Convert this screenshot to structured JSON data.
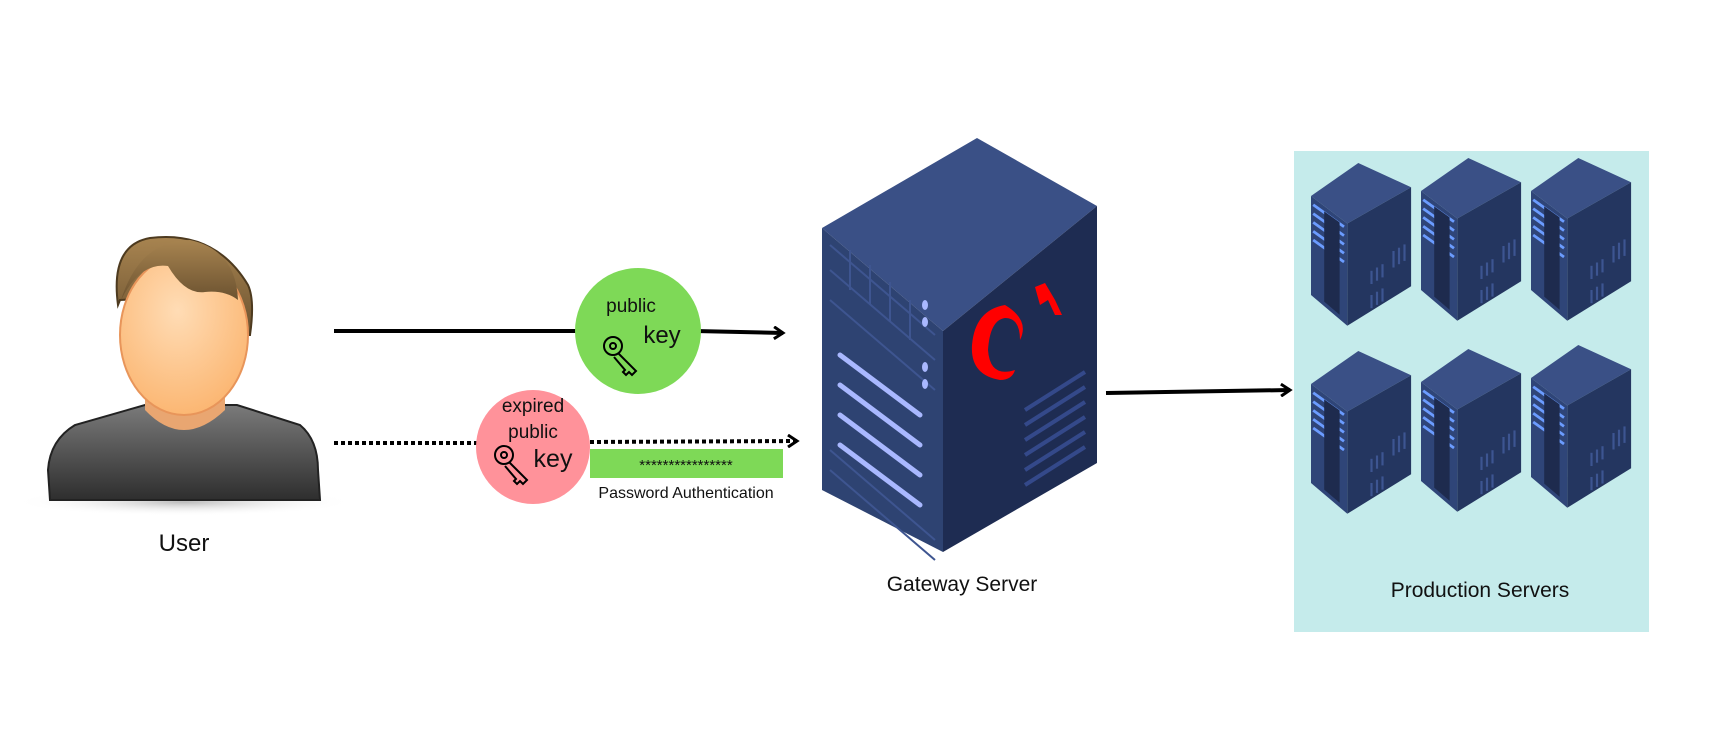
{
  "user": {
    "label": "User"
  },
  "public_key": {
    "line1": "public",
    "line2": "key",
    "color": "#7ed957"
  },
  "expired_key": {
    "line1": "expired",
    "line2": "public",
    "line3": "key",
    "color": "#ff929a"
  },
  "password": {
    "masked_value": "****************",
    "caption": "Password Authentication",
    "color": "#7ed957"
  },
  "gateway": {
    "label": "Gateway Server",
    "logo_color": "#ff0000",
    "face_color": "#2e4372"
  },
  "production": {
    "label": "Production Servers",
    "background": "#c5ebeb",
    "server_count": 6
  },
  "icons": {
    "user": "user-avatar-icon",
    "key": "key-icon",
    "server": "server-rack-icon",
    "logo": "red-bird-logo-icon"
  }
}
